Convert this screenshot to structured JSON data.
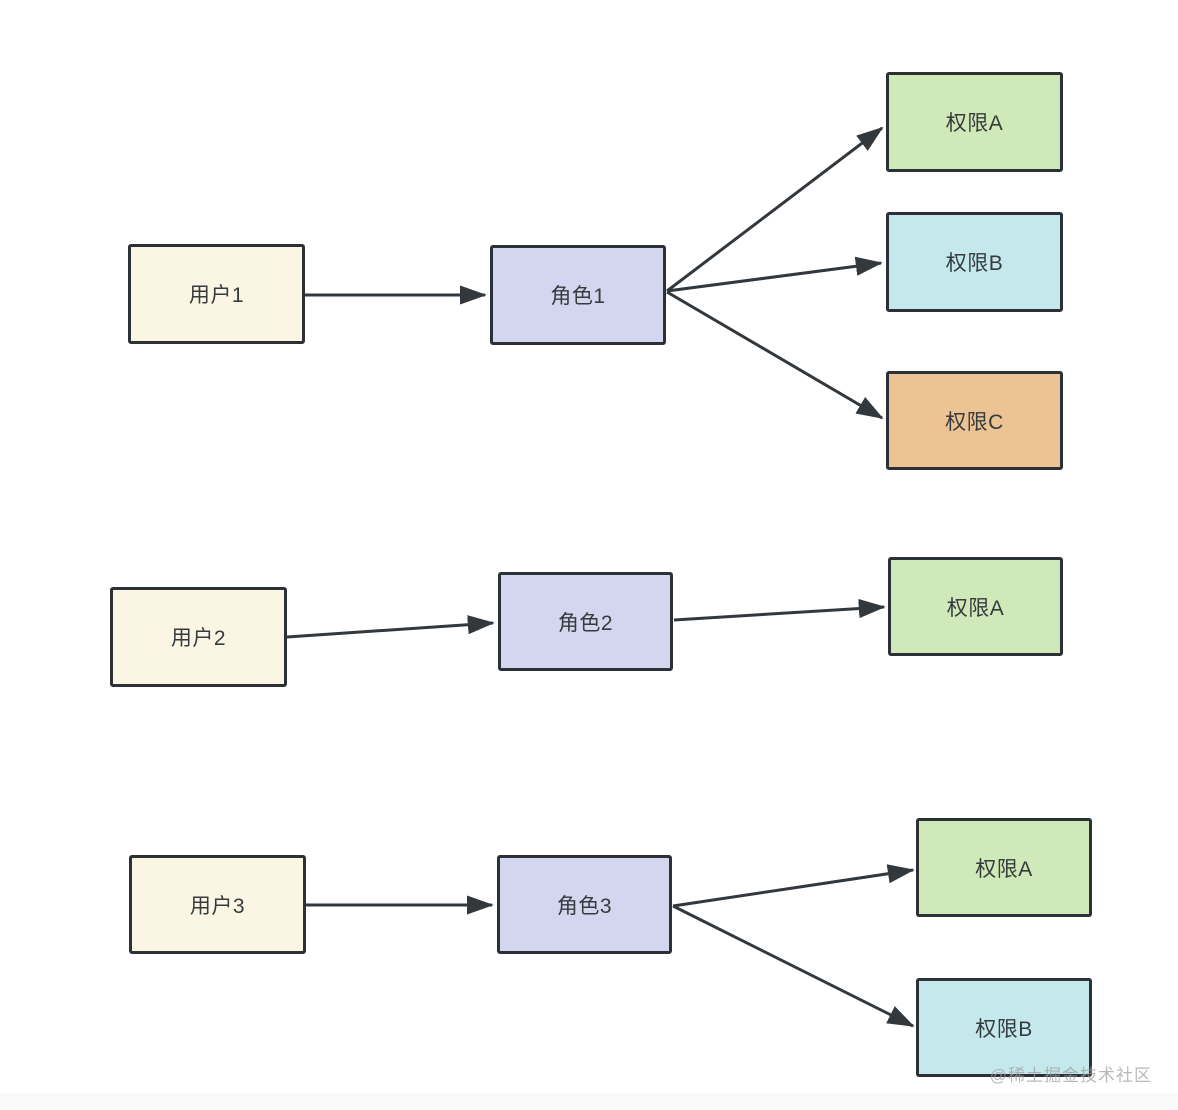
{
  "nodes": {
    "user1": {
      "label": "用户1",
      "type": "user"
    },
    "role1": {
      "label": "角色1",
      "type": "role"
    },
    "perm1a": {
      "label": "权限A",
      "type": "permission"
    },
    "perm1b": {
      "label": "权限B",
      "type": "permission"
    },
    "perm1c": {
      "label": "权限C",
      "type": "permission"
    },
    "user2": {
      "label": "用户2",
      "type": "user"
    },
    "role2": {
      "label": "角色2",
      "type": "role"
    },
    "perm2a": {
      "label": "权限A",
      "type": "permission"
    },
    "user3": {
      "label": "用户3",
      "type": "user"
    },
    "role3": {
      "label": "角色3",
      "type": "role"
    },
    "perm3a": {
      "label": "权限A",
      "type": "permission"
    },
    "perm3b": {
      "label": "权限B",
      "type": "permission"
    }
  },
  "edges": [
    {
      "from": "用户1",
      "to": "角色1"
    },
    {
      "from": "角色1",
      "to": "权限A"
    },
    {
      "from": "角色1",
      "to": "权限B"
    },
    {
      "from": "角色1",
      "to": "权限C"
    },
    {
      "from": "用户2",
      "to": "角色2"
    },
    {
      "from": "角色2",
      "to": "权限A"
    },
    {
      "from": "用户3",
      "to": "角色3"
    },
    {
      "from": "角色3",
      "to": "权限A"
    },
    {
      "from": "角色3",
      "to": "权限B"
    }
  ],
  "watermark": {
    "text": "@稀土掘金技术社区"
  },
  "colors": {
    "background": "#ffffff",
    "node_border": "#2b3137",
    "arrow": "#33383d",
    "user_fill": "#faf6e3",
    "role_fill": "#d4d6f0",
    "permission_green": "#cfe9b8",
    "permission_cyan": "#c4e8eb",
    "permission_orange": "#ecc392",
    "text": "#363b3e",
    "watermark_text": "#9f9f9f",
    "bottom_strip": "#fafafa"
  }
}
